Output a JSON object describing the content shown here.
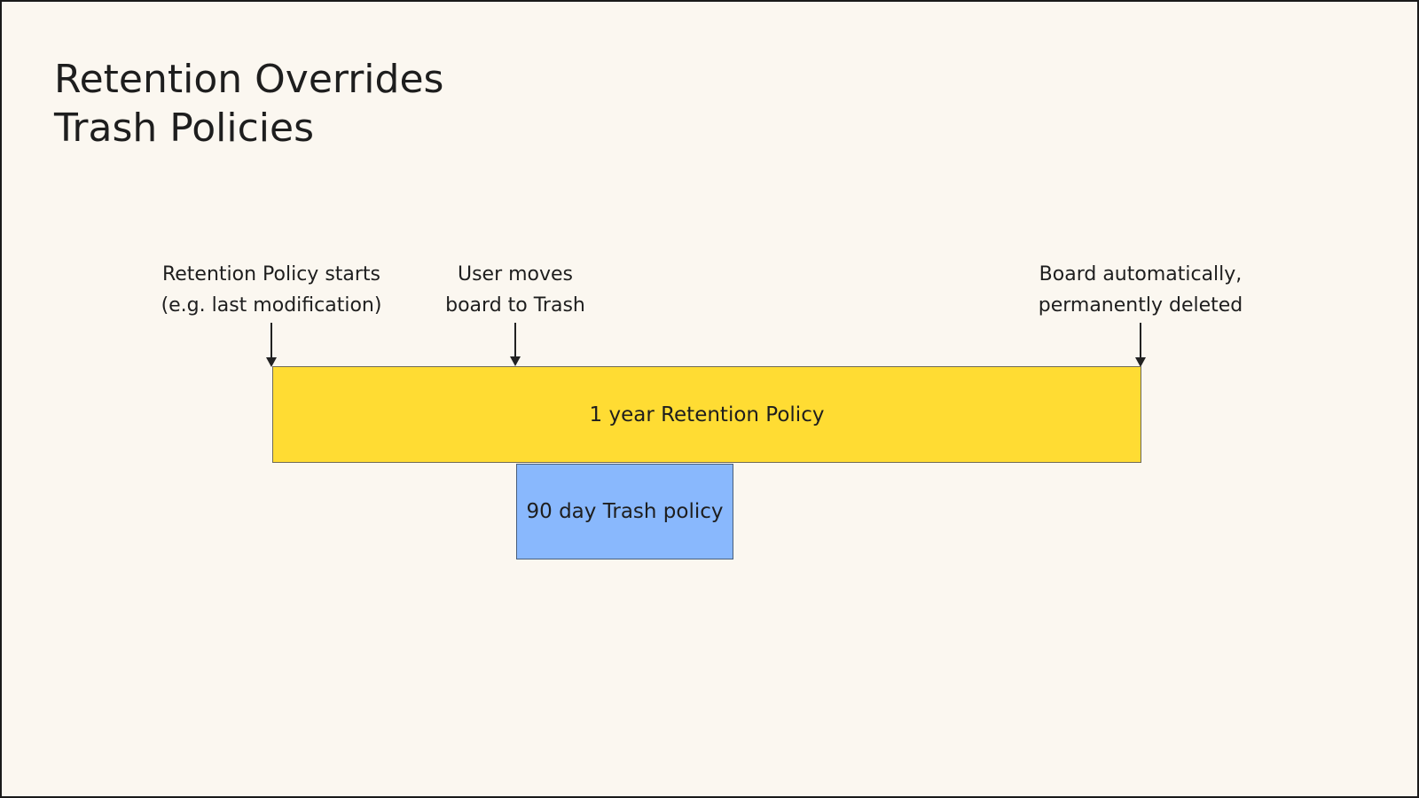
{
  "title": {
    "line1": "Retention Overrides",
    "line2": "Trash Policies"
  },
  "markers": [
    {
      "line1": "Retention Policy starts",
      "line2": "(e.g. last modification)"
    },
    {
      "line1": "User moves",
      "line2": "board to Trash"
    },
    {
      "line1": "Board automatically,",
      "line2": "permanently deleted"
    }
  ],
  "retention_bar": {
    "label": "1 year Retention Policy",
    "color": "#ffdc33"
  },
  "trash_bar": {
    "label": "90 day Trash policy",
    "color": "#89b8fd"
  },
  "colors": {
    "background": "#fbf7f0"
  }
}
